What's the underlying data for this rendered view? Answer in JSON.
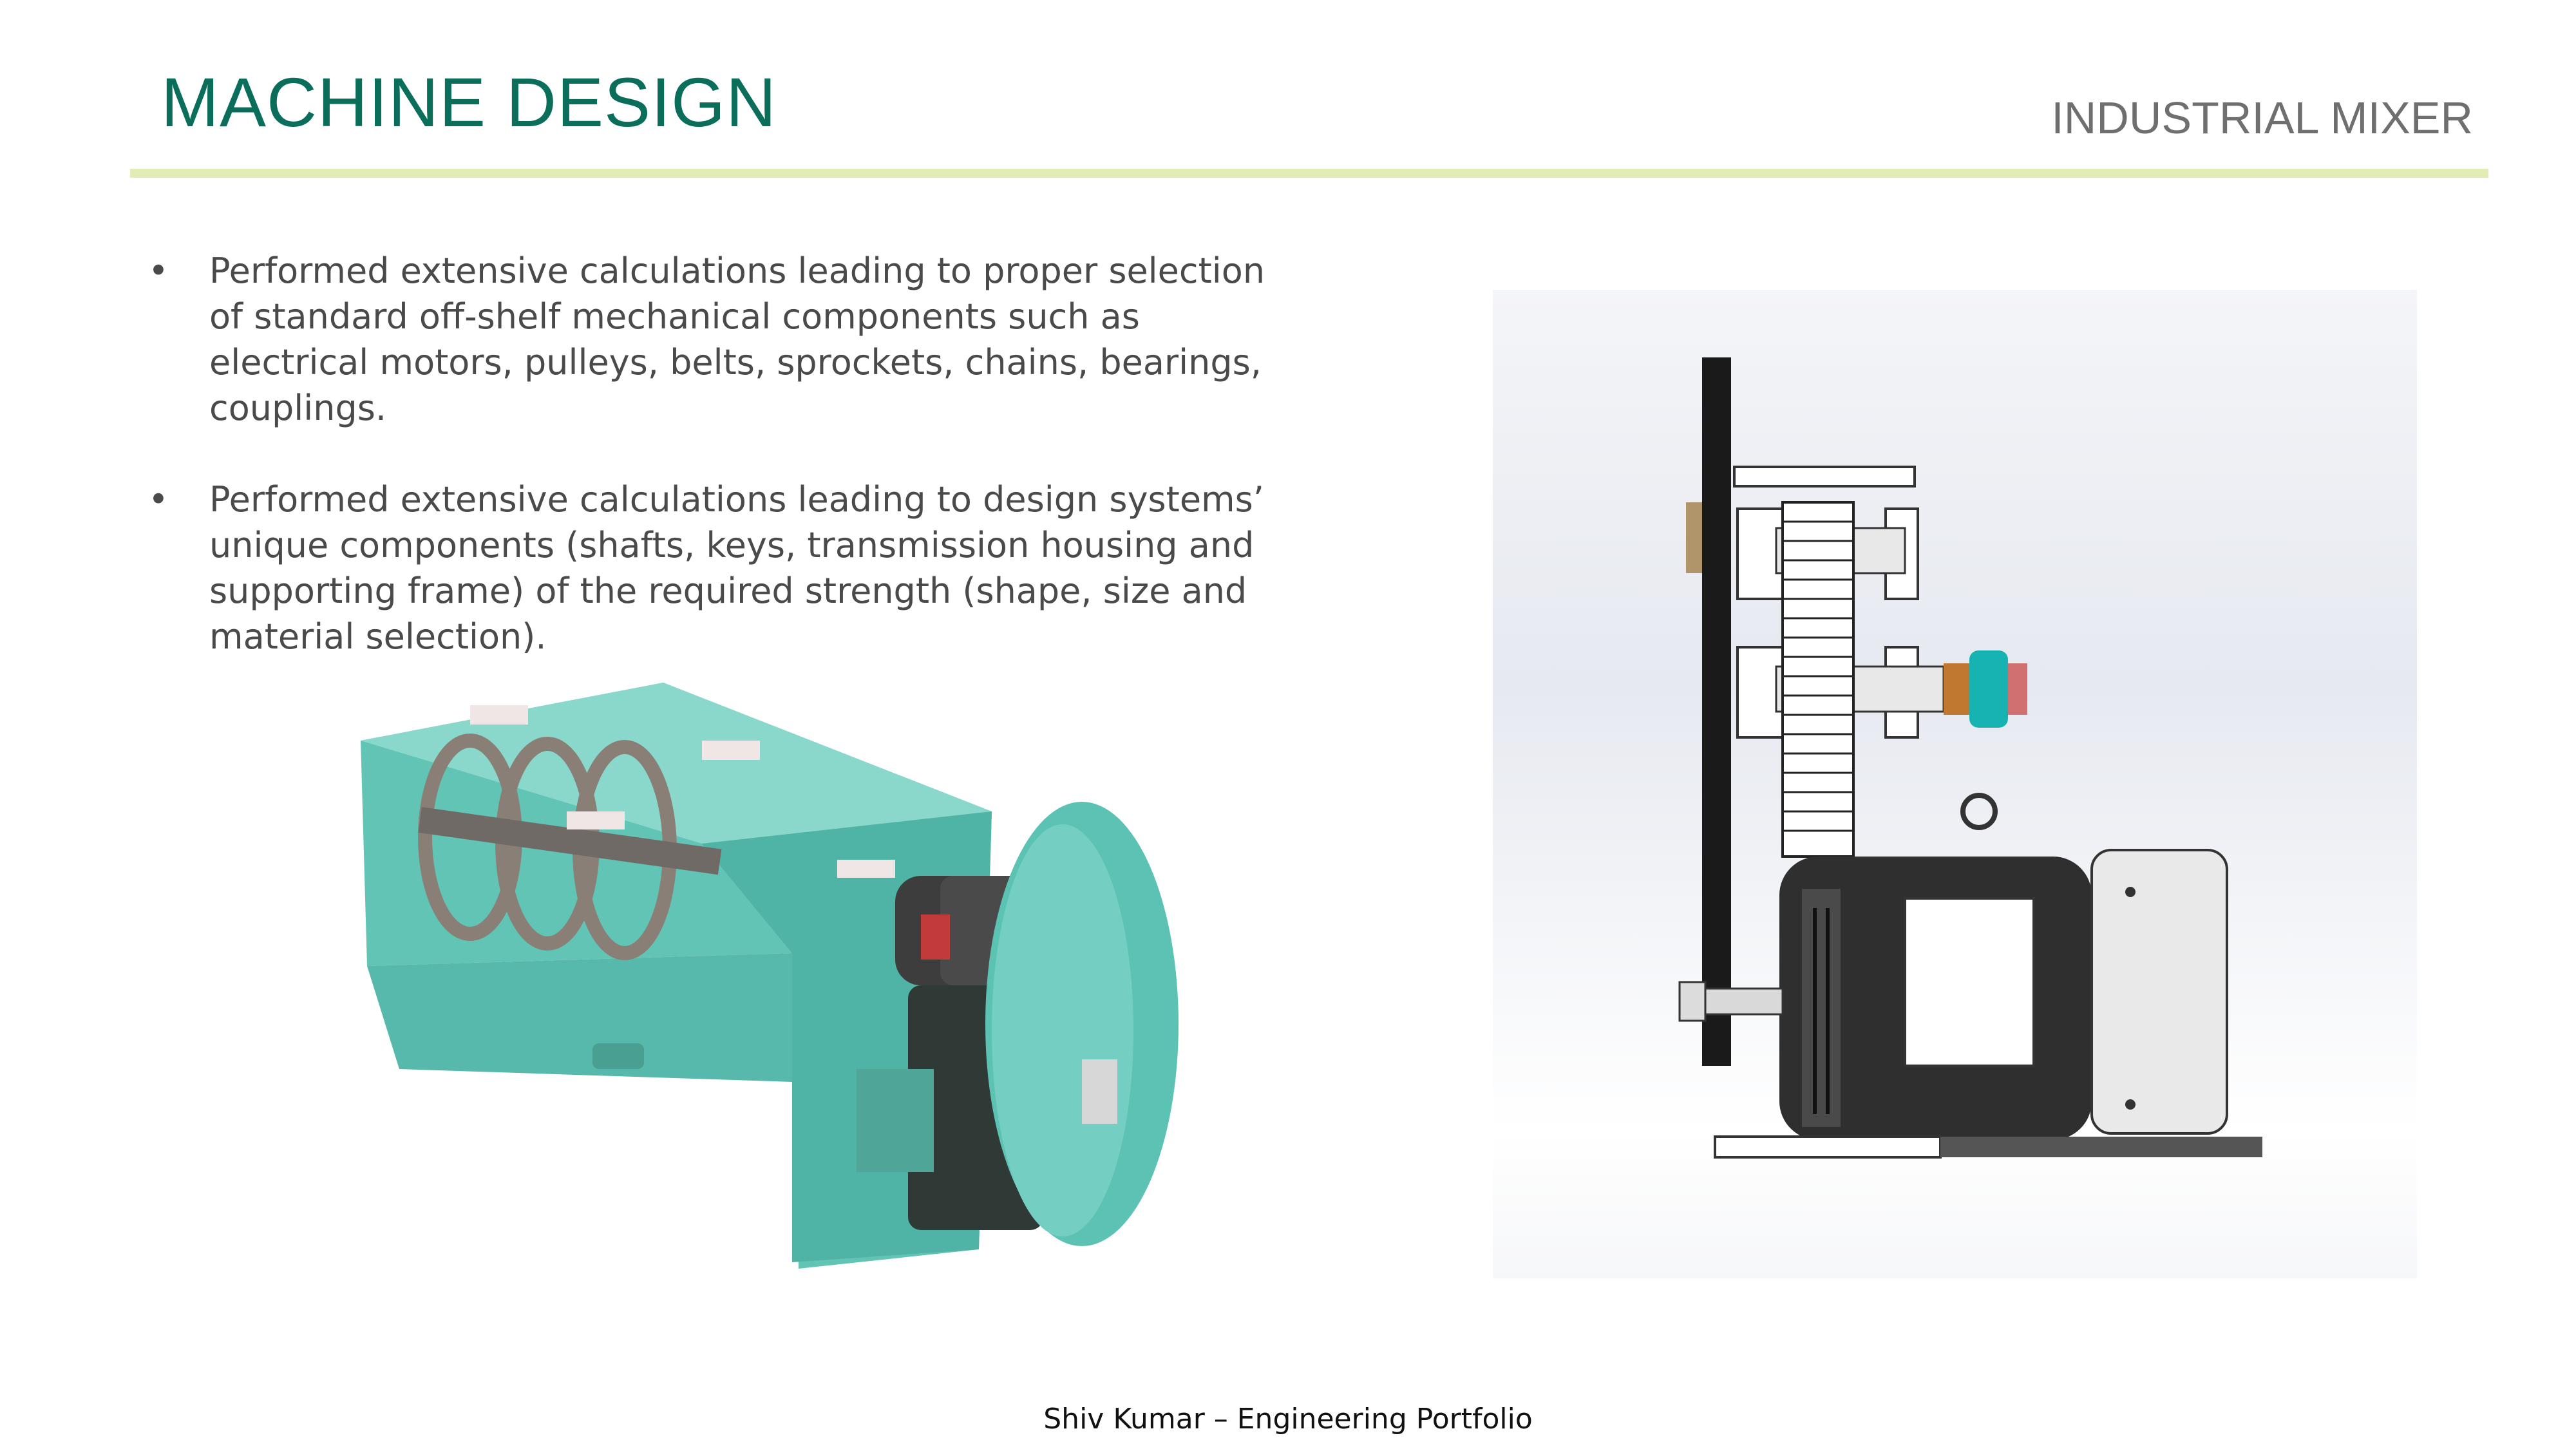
{
  "header": {
    "title": "MACHINE DESIGN",
    "subtitle": "INDUSTRIAL MIXER"
  },
  "bullets": [
    "Performed extensive calculations leading to proper selection of standard off-shelf mechanical components such as electrical motors, pulleys, belts, sprockets, chains, bearings, couplings.",
    "Performed extensive calculations leading to design systems’ unique components (shafts, keys, transmission housing and supporting frame) of the required strength (shape, size and material selection)."
  ],
  "bullet_symbol": "•",
  "footer": "Shiv Kumar – Engineering Portfolio",
  "colors": {
    "title": "#0b6e5a",
    "accent_rule": "#e2ecb5",
    "mixer_teal": "#5fc2b4",
    "coupling_teal": "#17b3b3"
  }
}
